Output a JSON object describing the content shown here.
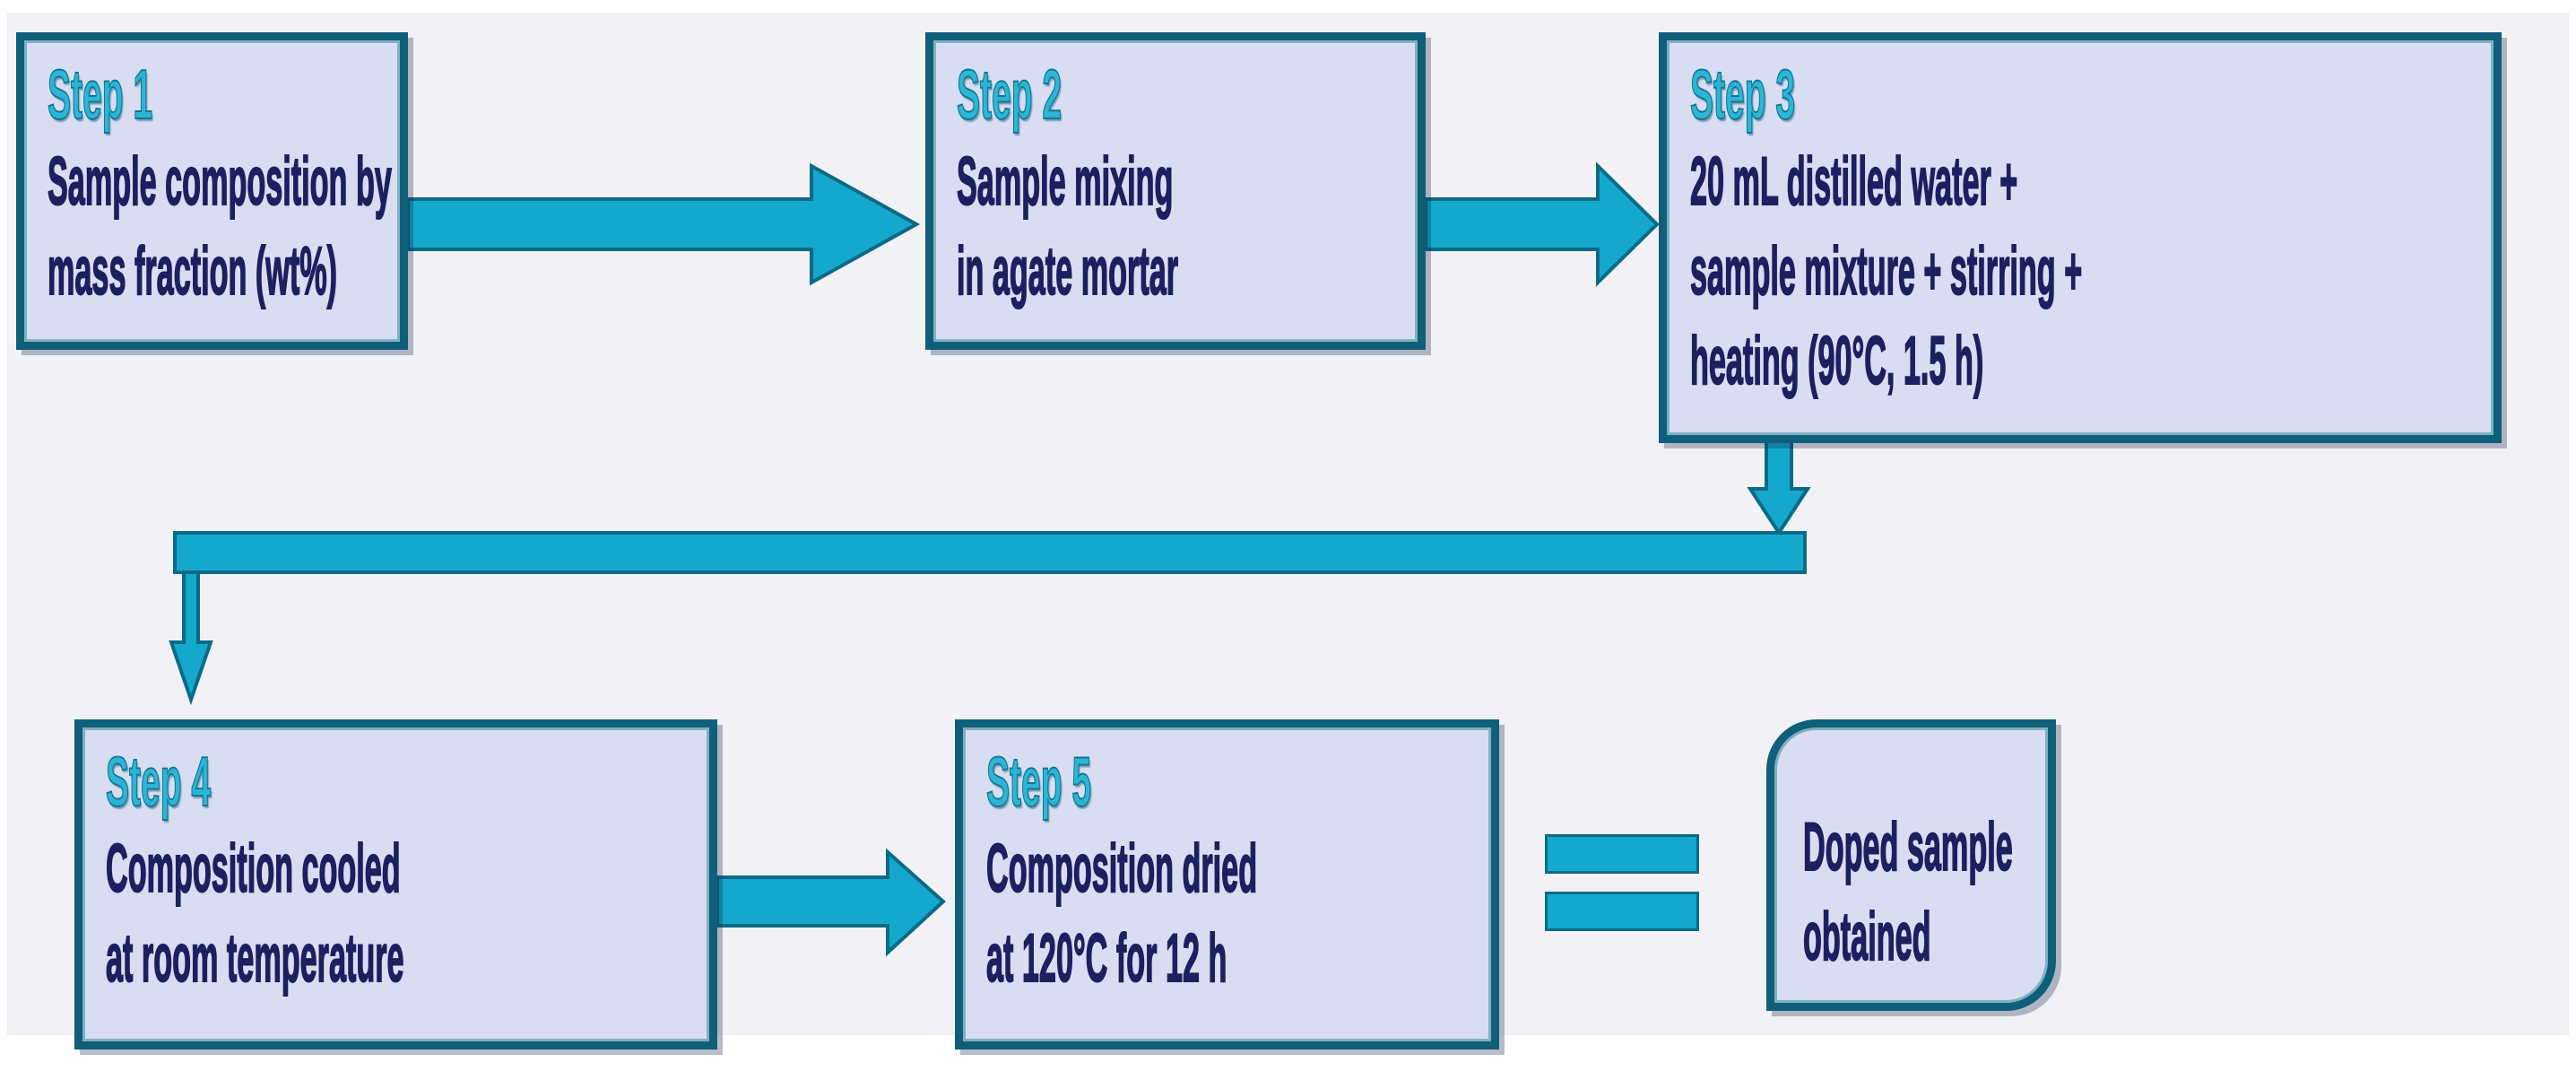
{
  "figure": {
    "kind": "process-flowchart"
  },
  "colors": {
    "stage_background": "#f2f2f6",
    "box_fill": "#d9ddf1",
    "box_border": "#0f5e7a",
    "step_title": "#2db5d5",
    "body_text": "#1b2060",
    "arrow_fill": "#14a9cc",
    "arrow_stroke": "#0c6a87"
  },
  "steps": [
    {
      "title": "Step 1",
      "lines": [
        "Sample composition by",
        "mass fraction (wt%)"
      ]
    },
    {
      "title": "Step 2",
      "lines": [
        "Sample mixing",
        "in agate mortar"
      ]
    },
    {
      "title": "Step 3",
      "lines": [
        "20 mL distilled water +",
        "sample mixture + stirring +",
        "heating (90°C, 1.5 h)"
      ]
    },
    {
      "title": "Step 4",
      "lines": [
        "Composition cooled",
        "at room temperature"
      ]
    },
    {
      "title": "Step 5",
      "lines": [
        "Composition dried",
        "at 120°C for 12 h"
      ]
    }
  ],
  "result": {
    "lines": [
      "Doped sample",
      "obtained"
    ]
  },
  "connectors": [
    {
      "from": "Step 1",
      "to": "Step 2",
      "icon": "block-arrow-right"
    },
    {
      "from": "Step 2",
      "to": "Step 3",
      "icon": "block-arrow-right"
    },
    {
      "from": "Step 3",
      "to": "Step 4",
      "icon": "down-bar-down-connector"
    },
    {
      "from": "Step 4",
      "to": "Step 5",
      "icon": "block-arrow-right"
    },
    {
      "from": "Step 5",
      "to": "result",
      "icon": "equals-sign"
    }
  ]
}
